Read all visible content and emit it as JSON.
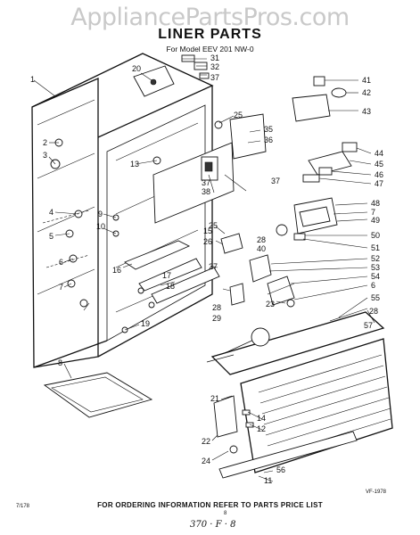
{
  "watermark": "AppliancePartsPros.com",
  "title": "LINER PARTS",
  "model": "For Model EEV 201 NW-0",
  "footer_note": "FOR ORDERING INFORMATION REFER TO PARTS PRICE LIST",
  "doc_code": "7/178",
  "page_number": "8",
  "handwritten_mark": "370 · F · 8",
  "figure_code": "VF-1978",
  "callouts": [
    "1",
    "2",
    "3",
    "4",
    "5",
    "6",
    "7",
    "8",
    "9",
    "10",
    "11",
    "12",
    "13",
    "14",
    "15",
    "16",
    "17",
    "18",
    "19",
    "20",
    "21",
    "22",
    "23",
    "24",
    "25",
    "26",
    "27",
    "28",
    "29",
    "31",
    "32",
    "35",
    "36",
    "37",
    "38",
    "40",
    "41",
    "42",
    "43",
    "44",
    "45",
    "46",
    "47",
    "48",
    "49",
    "50",
    "51",
    "52",
    "53",
    "54",
    "55",
    "56",
    "57"
  ]
}
